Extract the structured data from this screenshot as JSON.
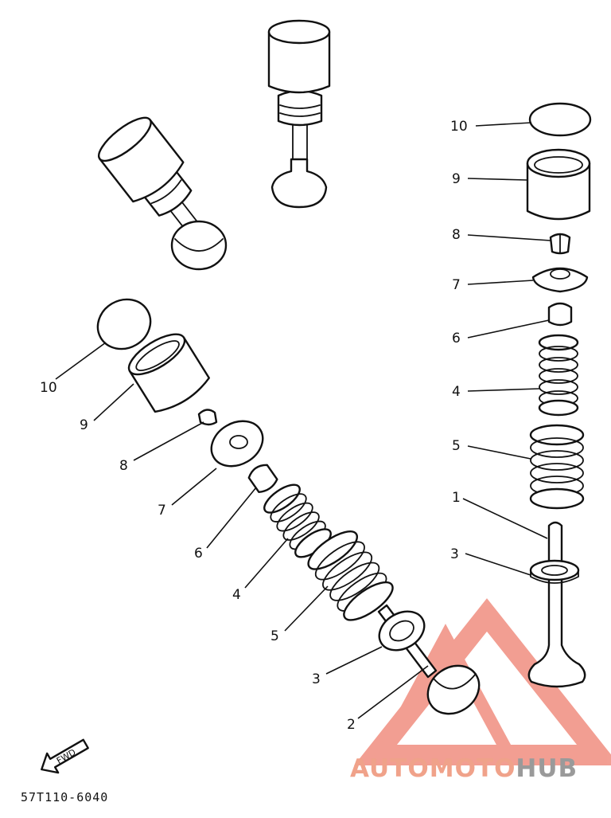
{
  "diagram": {
    "part_code": "57T110-6040",
    "fwd_label": "FWD",
    "watermark": {
      "part1": "AUTO",
      "part2": "MOTO",
      "part3": "HUB",
      "accent_color": "#e8503a",
      "gray_color": "#9a9a9a"
    },
    "callouts_right": [
      "10",
      "9",
      "8",
      "7",
      "6",
      "4",
      "5",
      "1",
      "3"
    ],
    "callouts_left": [
      "10",
      "9",
      "8",
      "7",
      "6",
      "4",
      "5",
      "3",
      "2"
    ]
  }
}
